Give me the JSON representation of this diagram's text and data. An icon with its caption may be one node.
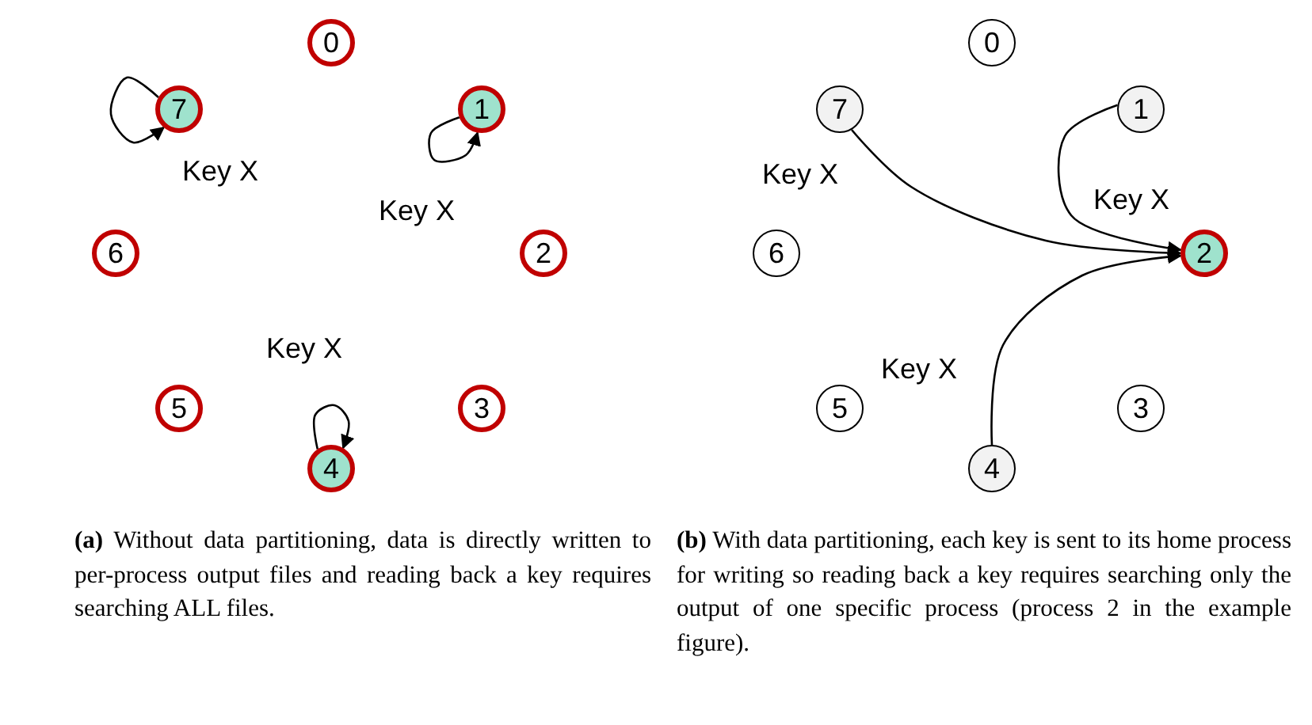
{
  "diagram": {
    "nodes": [
      {
        "text": [
          "0"
        ]
      },
      {
        "text": [
          "1"
        ]
      },
      {
        "text": [
          "2"
        ]
      },
      {
        "text": [
          "3"
        ]
      },
      {
        "text": [
          "4"
        ]
      },
      {
        "text": [
          "5"
        ]
      },
      {
        "text": [
          "6"
        ]
      },
      {
        "text": [
          "7"
        ]
      },
      {
        "text": [
          "0"
        ]
      },
      {
        "text": [
          "1"
        ]
      },
      {
        "text": [
          "2"
        ]
      },
      {
        "text": [
          "3"
        ]
      },
      {
        "text": [
          "4"
        ]
      },
      {
        "text": [
          "5"
        ]
      },
      {
        "text": [
          "6"
        ]
      },
      {
        "text": [
          "7"
        ]
      }
    ],
    "edges": [
      {
        "from": 7,
        "to": 7,
        "arrow": "to"
      },
      {
        "from": 1,
        "to": 1,
        "arrow": "to"
      },
      {
        "from": 4,
        "to": 4,
        "arrow": "to"
      },
      {
        "from": 15,
        "to": 10,
        "arrow": "to"
      },
      {
        "from": 9,
        "to": 10,
        "arrow": "to"
      },
      {
        "from": 12,
        "to": 10,
        "arrow": "to"
      }
    ],
    "labels": [
      "Key X",
      "Key X",
      "Key X",
      "Key X",
      "Key X",
      "Key X",
      "**(a)** Without data partitioning, data is directly written to per-process output files and reading back a key requires searching ALL files.",
      "**(b)** With data partitioning, each key is sent to its home process for writing so reading back a key requires searching only the output of one specific process (process 2 in the example figure)."
    ]
  }
}
